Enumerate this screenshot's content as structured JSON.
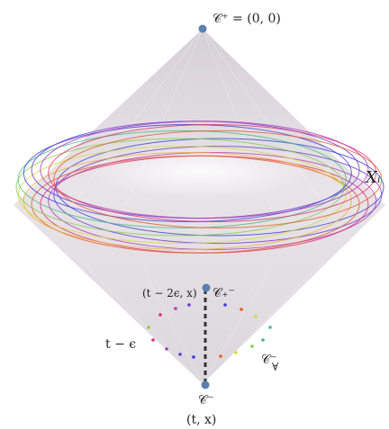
{
  "labels": {
    "top_vertex": "𝒞⁺ = (0, 0)",
    "surface": "Xᵢ",
    "midpoint": "(t − 2ϵ, x)",
    "mid_cone": "𝒞₊⁻",
    "epsilon": "t − ϵ",
    "right_cone": "𝒞⁻",
    "right_cone_sub": "∀",
    "bottom_vertex": "𝒞⁻",
    "bottom_coord": "(t, x)"
  },
  "colors": {
    "cone_fill": "#dcd7dc",
    "vertex": "#5b7fb0",
    "dashed_line": "#333333",
    "ellipse_palette": [
      "#3b3bd6",
      "#6a3ad0",
      "#b03ac0",
      "#e0306a",
      "#e85a2a",
      "#f0b030",
      "#d8d83a",
      "#7fd040",
      "#40c080"
    ]
  },
  "ellipse_ring": {
    "count": 14
  }
}
